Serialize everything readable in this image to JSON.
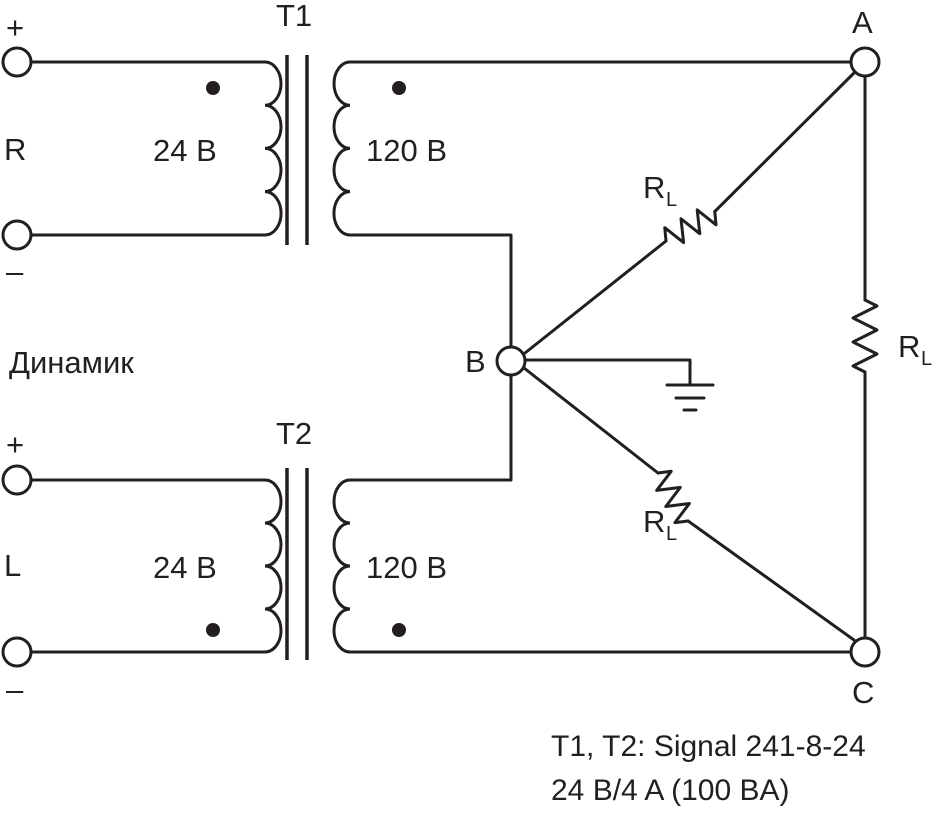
{
  "transformers": {
    "t1": {
      "name": "T1",
      "primary": "24 B",
      "secondary": "120 B"
    },
    "t2": {
      "name": "T2",
      "primary": "24 B",
      "secondary": "120 B"
    }
  },
  "inputs": {
    "right": {
      "channel": "R",
      "plus": "+",
      "minus": "–"
    },
    "left": {
      "channel": "L",
      "plus": "+",
      "minus": "–"
    },
    "speaker_label": "Динамик"
  },
  "nodes": {
    "a": "A",
    "b": "B",
    "c": "C"
  },
  "load": {
    "main": "R",
    "subscript": "L"
  },
  "note": {
    "line1": "T1, T2: Signal 241-8-24",
    "line2": "24 B/4 A (100 BA)"
  }
}
